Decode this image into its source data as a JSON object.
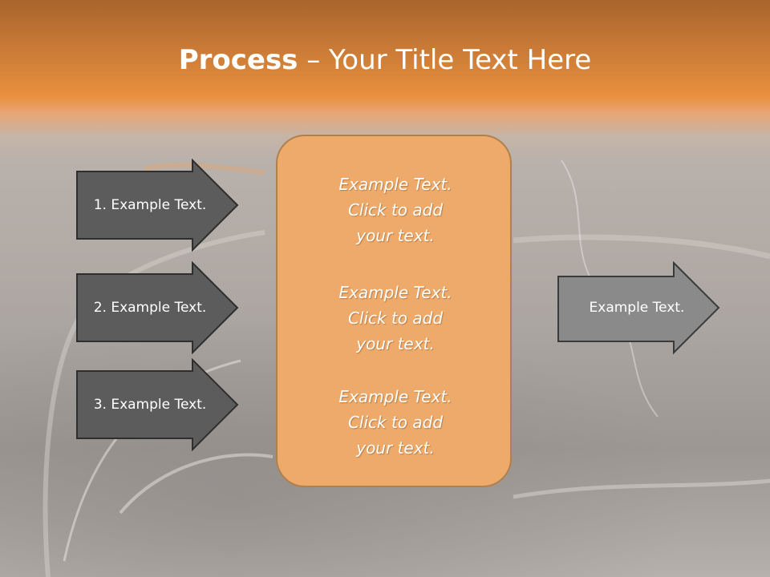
{
  "slide": {
    "title_bold": "Process",
    "title_rest": " – Your Title Text Here",
    "steps": [
      {
        "label": "1. Example Text."
      },
      {
        "label": "2. Example Text."
      },
      {
        "label": "3. Example Text."
      }
    ],
    "center_blocks": [
      {
        "line1": "Example Text.",
        "line2": "Click  to add",
        "line3": "your text."
      },
      {
        "line1": "Example Text.",
        "line2": "Click  to add",
        "line3": "your text."
      },
      {
        "line1": "Example Text.",
        "line2": "Click  to add",
        "line3": "your text."
      }
    ],
    "result": {
      "label": "Example Text."
    },
    "colors": {
      "header_orange": "#e8903e",
      "center_box": "#eeaa6a",
      "step_arrow": "#5c5c5c",
      "result_arrow": "#8a8a8a"
    }
  }
}
